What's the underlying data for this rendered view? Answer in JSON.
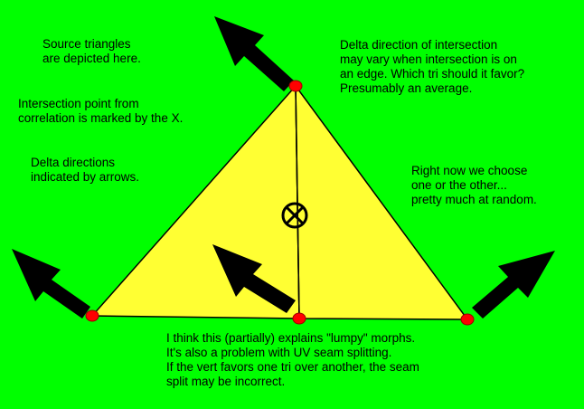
{
  "colors": {
    "background": "#00ff00",
    "triangle_fill": "#ffff33",
    "edge": "#000000",
    "vertex_dot": "#ff0000",
    "arrow": "#000000",
    "text": "#000000"
  },
  "notes": {
    "source_triangles": [
      "Source triangles",
      "are depicted here."
    ],
    "intersection_point": [
      "Intersection point from",
      "correlation is marked by the X."
    ],
    "delta_directions": [
      "Delta directions",
      "indicated by arrows."
    ],
    "delta_direction_edge": [
      "Delta direction of intersection",
      "may vary when intersection is on",
      "an edge.  Which tri should it favor?",
      "Presumably an average."
    ],
    "choose_random": [
      "Right now we choose",
      "one or the other...",
      "pretty much at random."
    ],
    "lumpy_morphs": [
      "I think this (partially) explains \"lumpy\" morphs.",
      "It's also a problem with UV seam splitting.",
      "If the vert favors one tri over another, the seam",
      "split may be incorrect."
    ]
  },
  "diagram": {
    "vertices": [
      "top",
      "bottom-left",
      "bottom-middle",
      "bottom-right"
    ],
    "triangles": [
      [
        "top",
        "bottom-left",
        "bottom-middle"
      ],
      [
        "top",
        "bottom-middle",
        "bottom-right"
      ]
    ],
    "intersection_marker": "circled-x",
    "arrows": [
      "top",
      "bottom-left",
      "bottom-middle",
      "bottom-right"
    ]
  }
}
